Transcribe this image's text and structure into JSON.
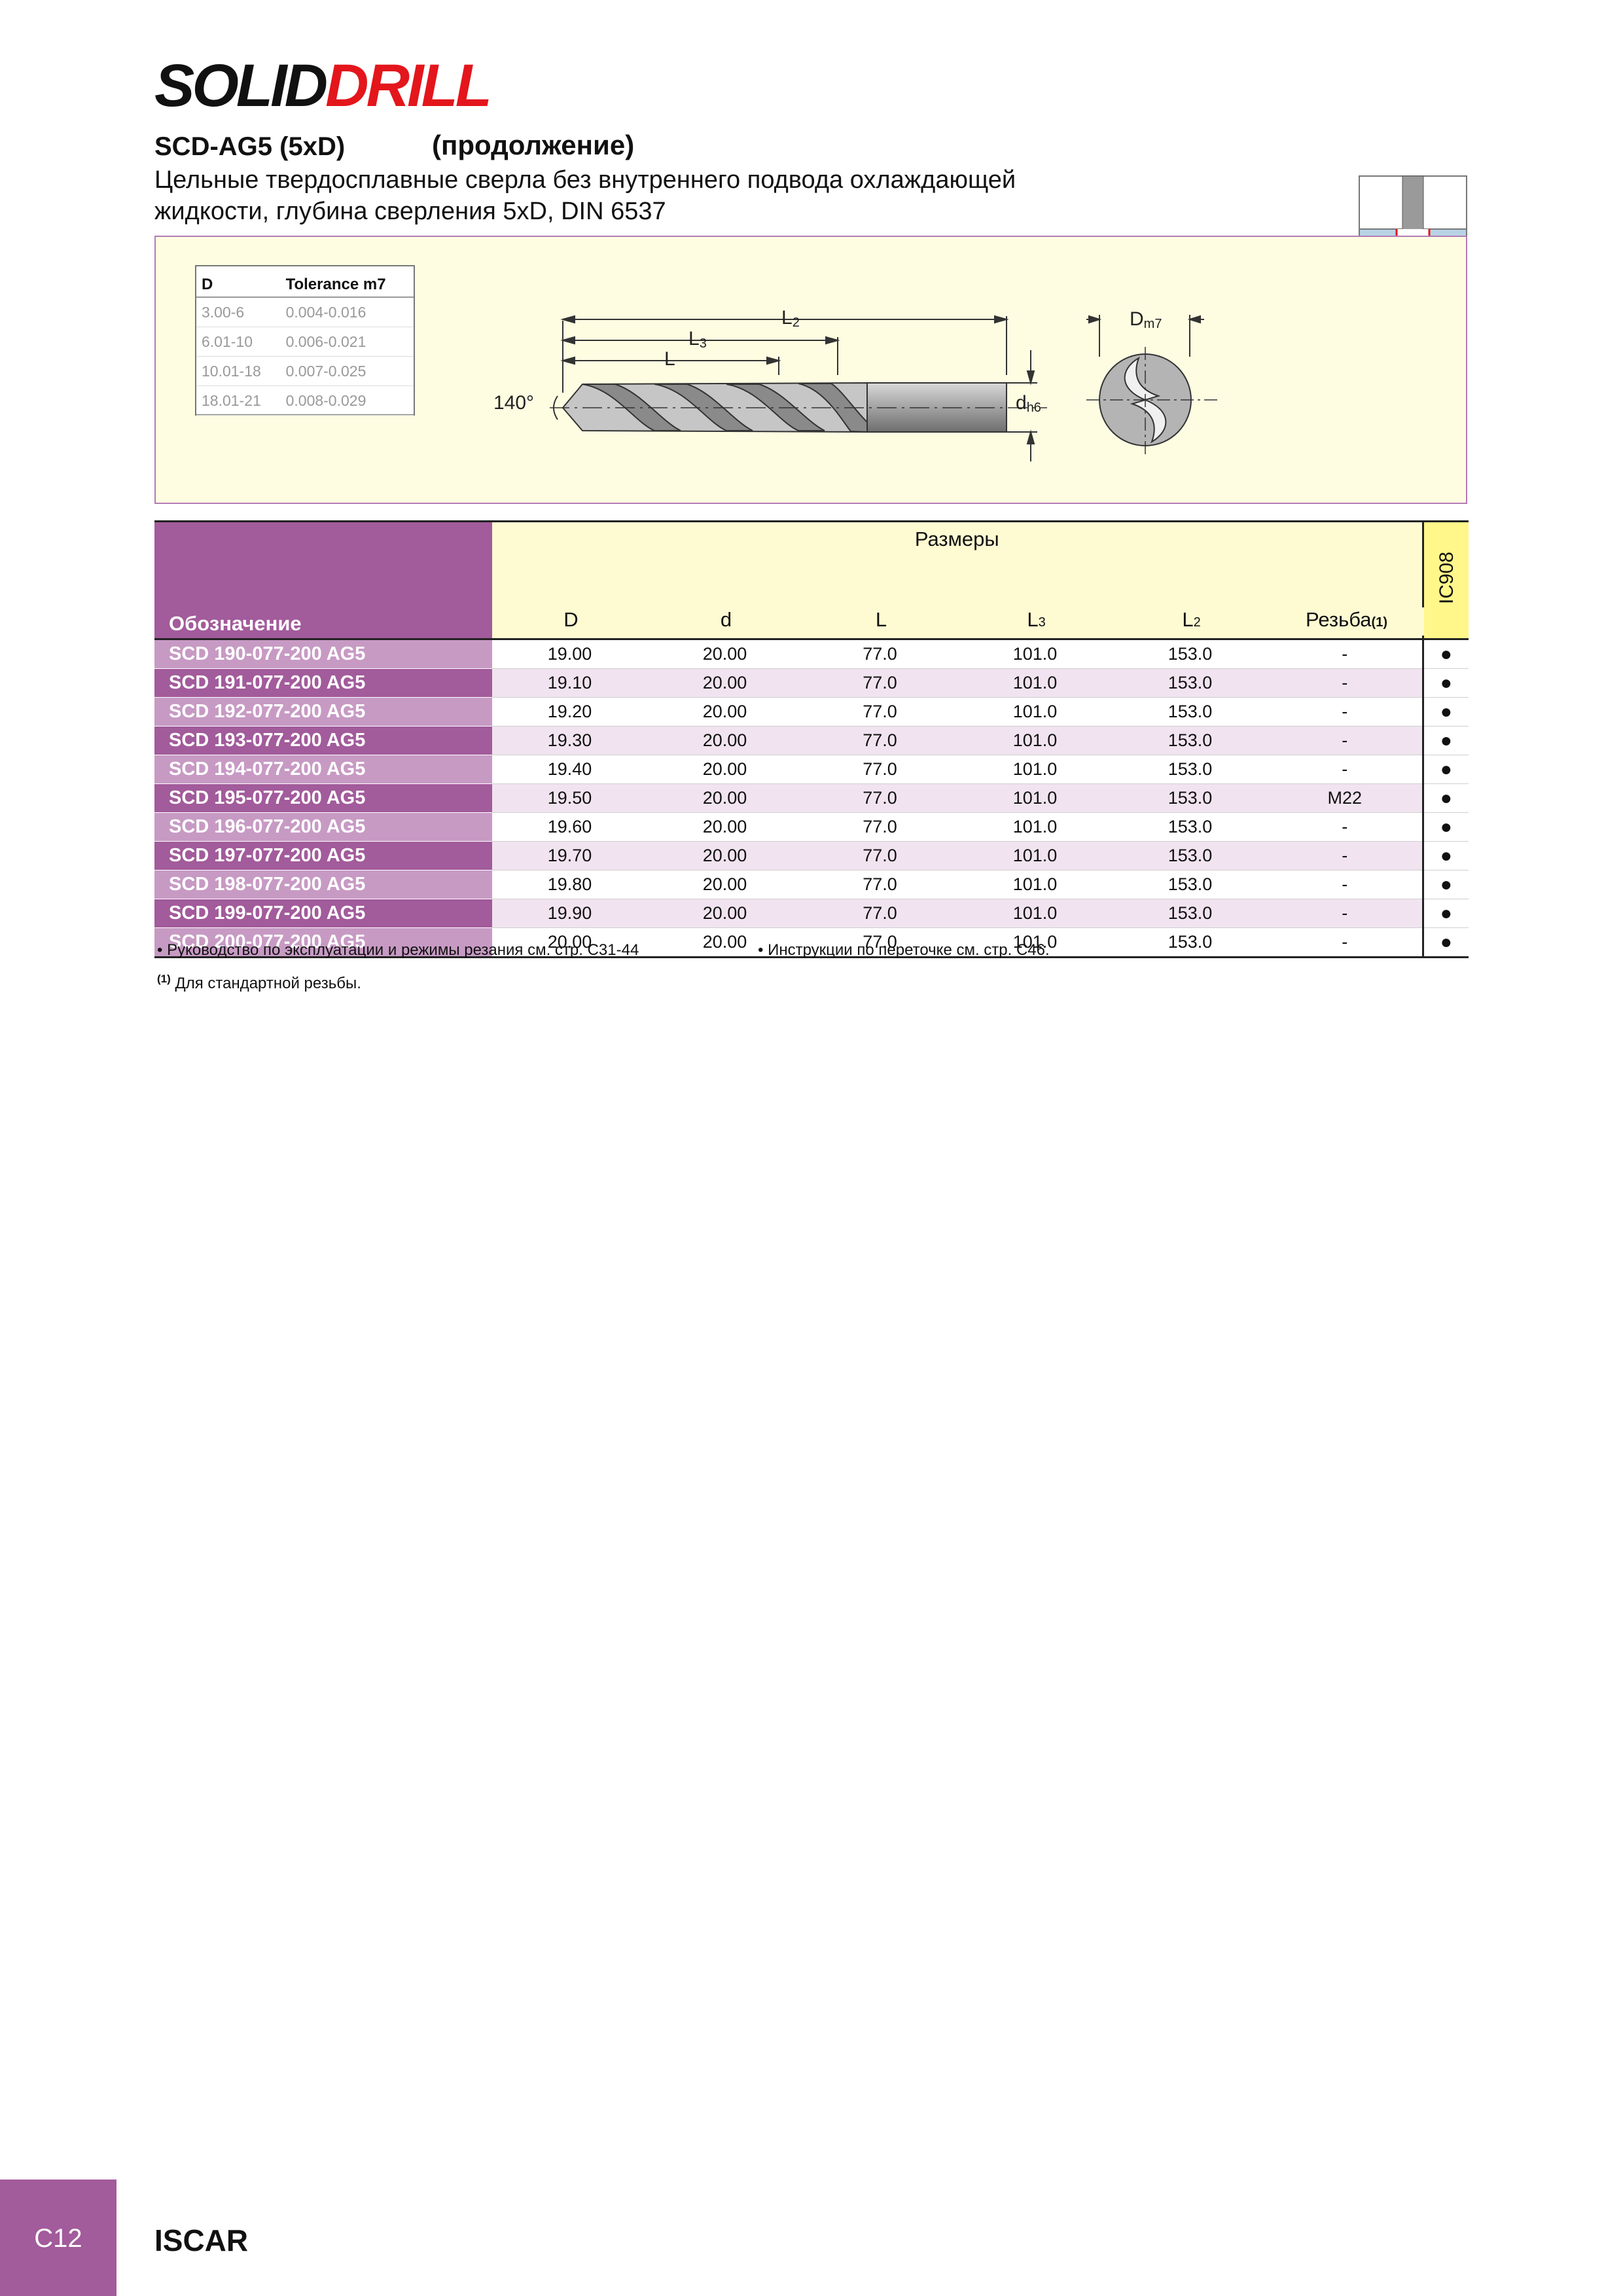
{
  "logo": {
    "part1": "SOLID",
    "part2": "DRILL"
  },
  "title": "SCD-AG5 (5xD)",
  "title_continued": "(продолжение)",
  "subtitle_line1": "Цельные твердосплавные сверла без внутреннего подвода охлаждающей",
  "subtitle_line2": "жидкости, глубина сверления 5xD, DIN 6537",
  "tolerance_table": {
    "headers": [
      "D",
      "Tolerance m7"
    ],
    "rows": [
      [
        "3.00-6",
        "0.004-0.016"
      ],
      [
        "6.01-10",
        "0.006-0.021"
      ],
      [
        "10.01-18",
        "0.007-0.025"
      ],
      [
        "18.01-21",
        "0.008-0.029"
      ]
    ]
  },
  "drawing": {
    "angle": "140°",
    "L2": "L",
    "L2_sub": "2",
    "L3": "L",
    "L3_sub": "3",
    "L": "L",
    "dh6": "d",
    "dh6_sub": "h6",
    "Dm7": "D",
    "Dm7_sub": "m7"
  },
  "table": {
    "group_header": "Размеры",
    "designation_header": "Обозначение",
    "grade_header": "IC908",
    "columns": [
      {
        "label": "D",
        "sub": ""
      },
      {
        "label": "d",
        "sub": ""
      },
      {
        "label": "L",
        "sub": ""
      },
      {
        "label": "L",
        "sub": "3"
      },
      {
        "label": "L",
        "sub": "2"
      },
      {
        "label": "Резьба",
        "sub": "(1)"
      }
    ],
    "rows": [
      [
        "SCD 190-077-200 AG5",
        "19.00",
        "20.00",
        "77.0",
        "101.0",
        "153.0",
        "-",
        "●"
      ],
      [
        "SCD 191-077-200 AG5",
        "19.10",
        "20.00",
        "77.0",
        "101.0",
        "153.0",
        "-",
        "●"
      ],
      [
        "SCD 192-077-200 AG5",
        "19.20",
        "20.00",
        "77.0",
        "101.0",
        "153.0",
        "-",
        "●"
      ],
      [
        "SCD 193-077-200 AG5",
        "19.30",
        "20.00",
        "77.0",
        "101.0",
        "153.0",
        "-",
        "●"
      ],
      [
        "SCD 194-077-200 AG5",
        "19.40",
        "20.00",
        "77.0",
        "101.0",
        "153.0",
        "-",
        "●"
      ],
      [
        "SCD 195-077-200 AG5",
        "19.50",
        "20.00",
        "77.0",
        "101.0",
        "153.0",
        "M22",
        "●"
      ],
      [
        "SCD 196-077-200 AG5",
        "19.60",
        "20.00",
        "77.0",
        "101.0",
        "153.0",
        "-",
        "●"
      ],
      [
        "SCD 197-077-200 AG5",
        "19.70",
        "20.00",
        "77.0",
        "101.0",
        "153.0",
        "-",
        "●"
      ],
      [
        "SCD 198-077-200 AG5",
        "19.80",
        "20.00",
        "77.0",
        "101.0",
        "153.0",
        "-",
        "●"
      ],
      [
        "SCD 199-077-200 AG5",
        "19.90",
        "20.00",
        "77.0",
        "101.0",
        "153.0",
        "-",
        "●"
      ],
      [
        "SCD 200-077-200 AG5",
        "20.00",
        "20.00",
        "77.0",
        "101.0",
        "153.0",
        "-",
        "●"
      ]
    ]
  },
  "notes": {
    "note1": "• Руководство по эксплуатации и режимы резания см. стр. C31-44",
    "note2": "• Инструкции по переточке см. стр. C46.",
    "note3_sup": "(1)",
    "note3": " Для стандартной резьбы."
  },
  "footer": {
    "page": "C12",
    "brand": "ISCAR"
  },
  "colors": {
    "purple": "#a25b9b",
    "light_purple": "#c79ac4",
    "yellow": "#fefbd2",
    "red": "#e3161c"
  }
}
